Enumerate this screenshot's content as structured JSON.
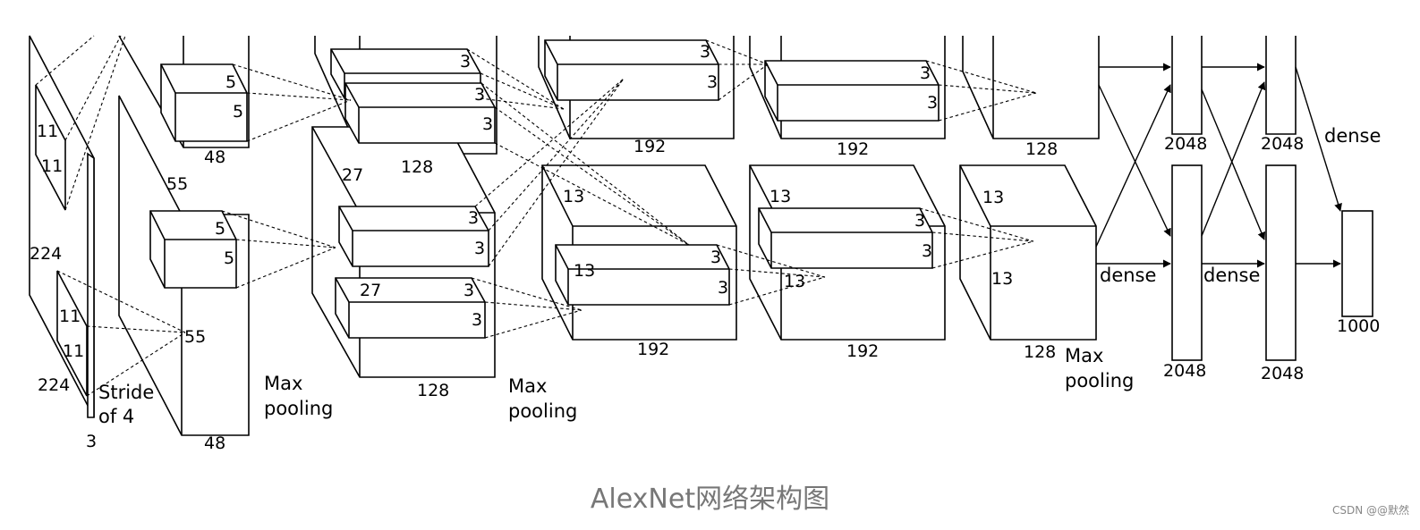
{
  "labels": {
    "in_k1": "11",
    "in_k2": "11",
    "in_k3": "11",
    "in_k4": "11",
    "in_w": "224",
    "in_h": "224",
    "in_d": "3",
    "stride1": "Stride",
    "stride2": "of 4",
    "c1_k1": "5",
    "c1_k2": "5",
    "c1_k3": "5",
    "c1_k4": "5",
    "c1_s1": "55",
    "c1_s2": "55",
    "c1_d_top": "48",
    "c1_d_bot": "48",
    "pool1_a": "Max",
    "pool1_b": "pooling",
    "c2_k1": "3",
    "c2_k2": "3",
    "c2_k3": "3",
    "c2_k4": "3",
    "c2_k5": "3",
    "c2_k6": "3",
    "c2_s1": "27",
    "c2_s2": "27",
    "c2_d_top": "128",
    "c2_d_bot": "128",
    "pool2_a": "Max",
    "pool2_b": "pooling",
    "c3_k1": "3",
    "c3_k2": "3",
    "c3_k3": "3",
    "c3_k4": "3",
    "c3_s1": "13",
    "c3_s2": "13",
    "c3_d_top": "192",
    "c3_d_bot": "192",
    "c4_k1": "3",
    "c4_k2": "3",
    "c4_k3": "3",
    "c4_k4": "3",
    "c4_s1": "13",
    "c4_s2": "13",
    "c4_d_top": "192",
    "c4_d_bot": "192",
    "c5_s1": "13",
    "c5_s2": "13",
    "c5_d_top": "128",
    "c5_d_bot": "128",
    "pool3_a": "Max",
    "pool3_b": "pooling",
    "fc6_top": "2048",
    "fc6_bot": "2048",
    "fc7_top": "2048",
    "fc7_bot": "2048",
    "fc8": "1000",
    "dense1": "dense",
    "dense2": "dense",
    "dense3": "dense"
  },
  "caption": "AlexNet网络架构图",
  "watermark": "CSDN @@默然"
}
